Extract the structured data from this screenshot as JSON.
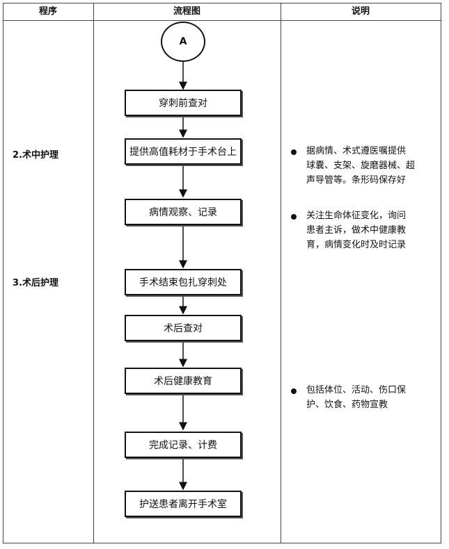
{
  "headers": {
    "col1": "程序",
    "col2": "流程图",
    "col3": "说明"
  },
  "steps": {
    "intraop": "2.术中护理",
    "postop": "3.术后护理"
  },
  "start_connector": "A",
  "nodes": [
    "穿刺前查对",
    "提供高值耗材于手术台上",
    "病情观察、记录",
    "手术结束包扎穿刺处",
    "术后查对",
    "术后健康教育",
    "完成记录、计费",
    "护送患者离开手术室"
  ],
  "notes": [
    {
      "lines": [
        "据病情、术式遵医嘱提供",
        "球囊、支架、旋磨器械、超",
        "声导管等。条形码保存好"
      ]
    },
    {
      "lines": [
        "关注生命体征变化，询问",
        "患者主诉，做术中健康教",
        "育，病情变化时及时记录"
      ]
    },
    {
      "lines": [
        "包括体位、活动、伤口保",
        "护、饮食、药物宣教"
      ]
    }
  ]
}
